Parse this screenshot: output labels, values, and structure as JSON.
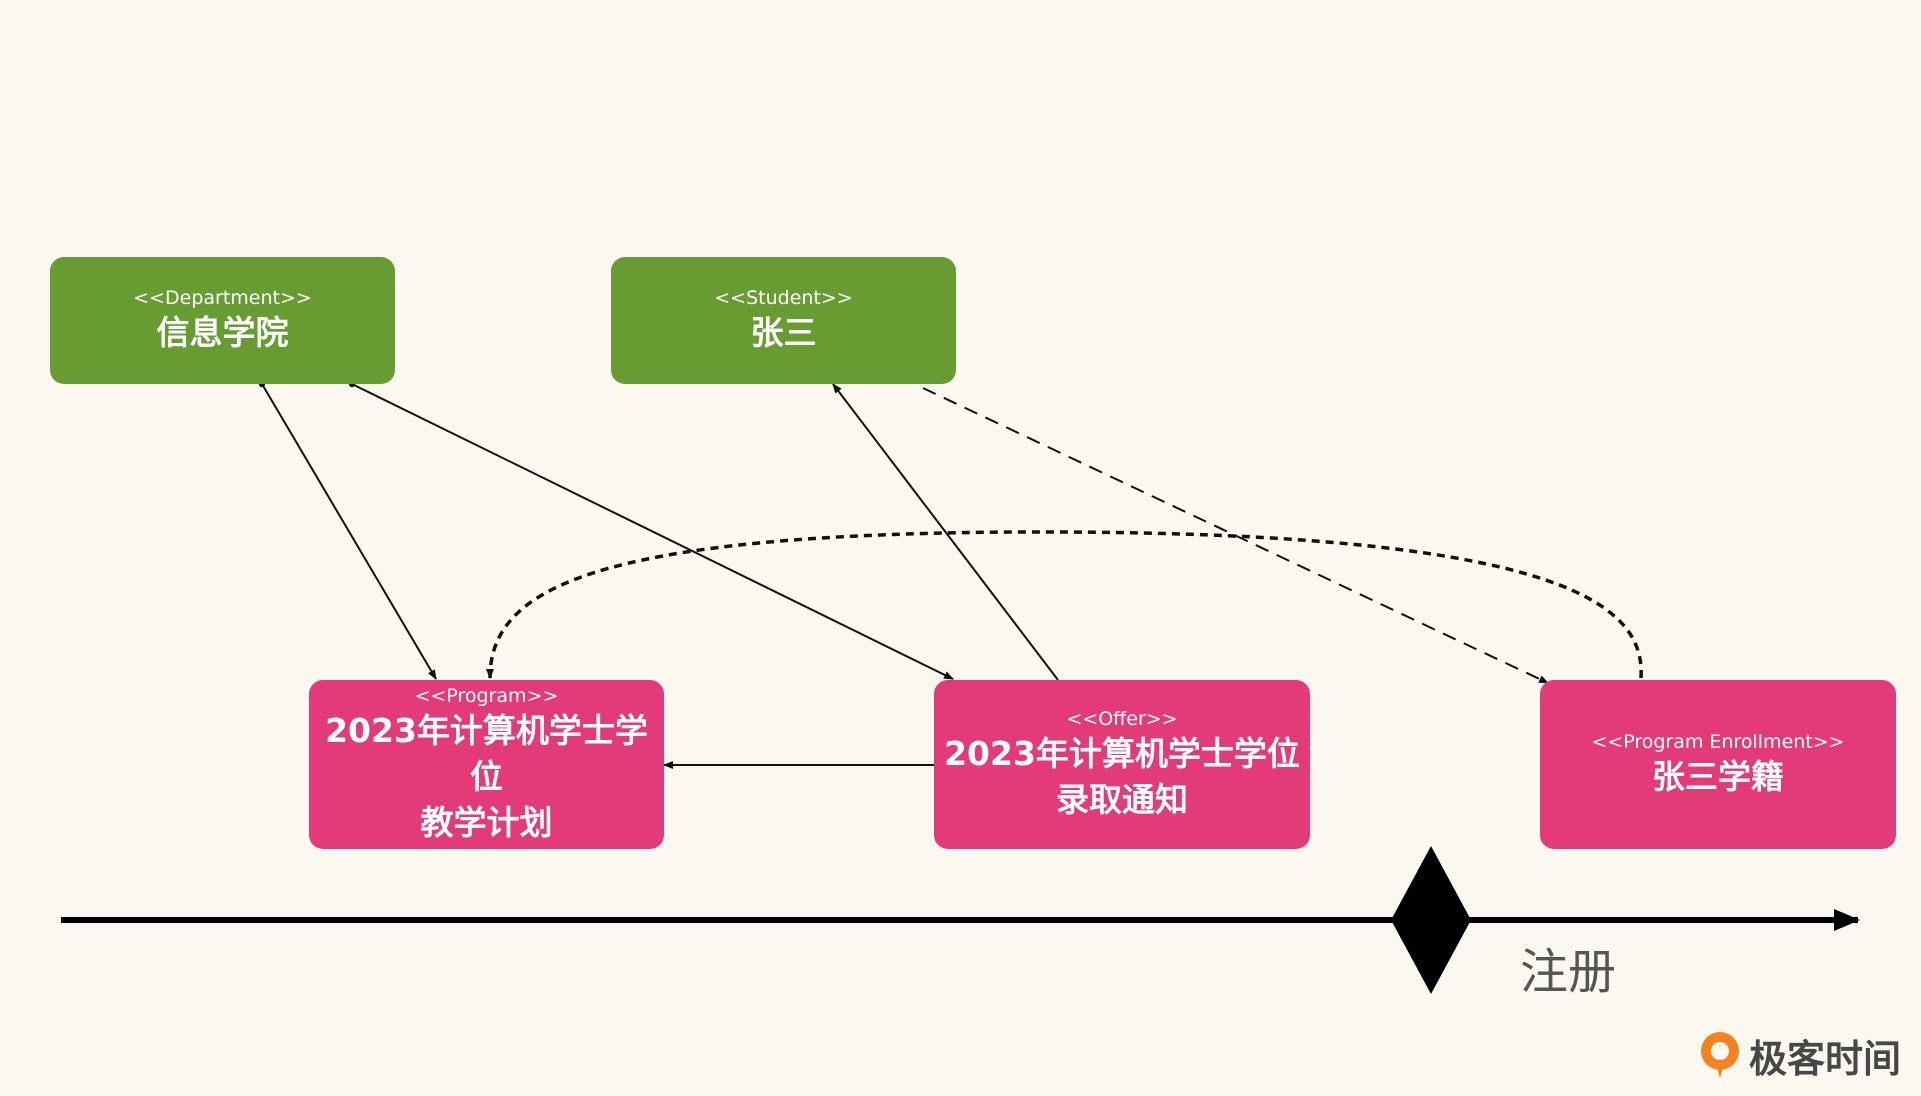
{
  "nodes": {
    "department": {
      "stereotype": "<<Department>>",
      "title": "信息学院"
    },
    "student": {
      "stereotype": "<<Student>>",
      "title": "张三"
    },
    "program": {
      "stereotype": "<<Program>>",
      "title_line1": "2023年计算机学士学位",
      "title_line2": "教学计划"
    },
    "offer": {
      "stereotype": "<<Offer>>",
      "title_line1": "2023年计算机学士学位",
      "title_line2": "录取通知"
    },
    "enrollment": {
      "stereotype": "<<Program Enrollment>>",
      "title": "张三学籍"
    }
  },
  "timeline": {
    "milestone_label": "注册"
  },
  "watermark": {
    "text": "极客时间",
    "icon": "geektime-logo-icon"
  },
  "colors": {
    "background": "#fbf9ef",
    "green_node": "#679c33",
    "pink_node": "#e23b77",
    "logo_orange": "#f5821f"
  }
}
